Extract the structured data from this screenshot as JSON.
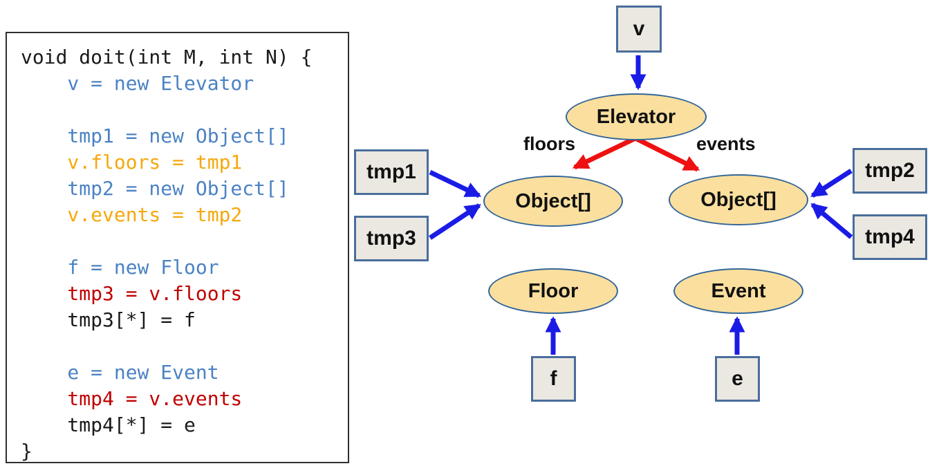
{
  "code_panel": {
    "lines": [
      {
        "text": "void doit(int M, int N) {",
        "color": "#1a1a1a"
      },
      {
        "text": "    v = new Elevator",
        "color": "#4b82c3"
      },
      {
        "text": "",
        "color": "#1a1a1a"
      },
      {
        "text": "    tmp1 = new Object[]",
        "color": "#4b82c3"
      },
      {
        "text": "    v.floors = tmp1",
        "color": "#f5a80d"
      },
      {
        "text": "    tmp2 = new Object[]",
        "color": "#4b82c3"
      },
      {
        "text": "    v.events = tmp2",
        "color": "#f5a80d"
      },
      {
        "text": "",
        "color": "#1a1a1a"
      },
      {
        "text": "    f = new Floor",
        "color": "#4b82c3"
      },
      {
        "text": "    tmp3 = v.floors",
        "color": "#c00000"
      },
      {
        "text": "    tmp3[*] = f",
        "color": "#1a1a1a"
      },
      {
        "text": "",
        "color": "#1a1a1a"
      },
      {
        "text": "    e = new Event",
        "color": "#4b82c3"
      },
      {
        "text": "    tmp4 = v.events",
        "color": "#c00000"
      },
      {
        "text": "    tmp4[*] = e",
        "color": "#1a1a1a"
      },
      {
        "text": "}",
        "color": "#1a1a1a"
      }
    ]
  },
  "diagram": {
    "variable_boxes": {
      "v": "v",
      "tmp1": "tmp1",
      "tmp2": "tmp2",
      "tmp3": "tmp3",
      "tmp4": "tmp4",
      "f": "f",
      "e": "e"
    },
    "object_nodes": {
      "elevator": "Elevator",
      "object_floors": "Object[]",
      "object_events": "Object[]",
      "floor": "Floor",
      "event": "Event"
    },
    "edge_labels": {
      "floors": "floors",
      "events": "events"
    }
  },
  "colors": {
    "arrow-blue": "#1b1be6",
    "arrow-red": "#ee1111",
    "node-fill": "#fbdf9e",
    "node-border": "#336699",
    "box-fill": "#eae8e1",
    "box-border": "#4a6d9b",
    "code-border": "#2f2f2f",
    "code-default": "#1a1a1a"
  }
}
